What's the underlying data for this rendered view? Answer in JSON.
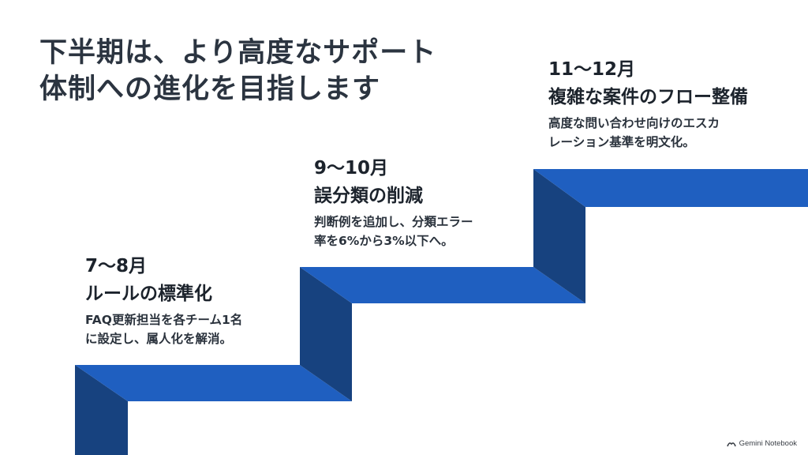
{
  "title_lines": [
    "下半期は、より高度なサポート",
    "体制への進化を目指します"
  ],
  "steps": [
    {
      "period": "7〜8月",
      "name": "ルールの標準化",
      "desc": [
        "FAQ更新担当を各チーム1名",
        "に設定し、属人化を解消。"
      ]
    },
    {
      "period": "9〜10月",
      "name": "誤分類の削減",
      "desc": [
        "判断例を追加し、分類エラー",
        "率を6%から3%以下へ。"
      ]
    },
    {
      "period": "11〜12月",
      "name": "複雑な案件のフロー整備",
      "desc": [
        "高度な問い合わせ向けのエスカ",
        "レーション基準を明文化。"
      ]
    }
  ],
  "brand": "Gemini Notebook",
  "colors": {
    "tread": "#1f5fc0",
    "riser": "#17427f",
    "title": "#2b3440"
  }
}
